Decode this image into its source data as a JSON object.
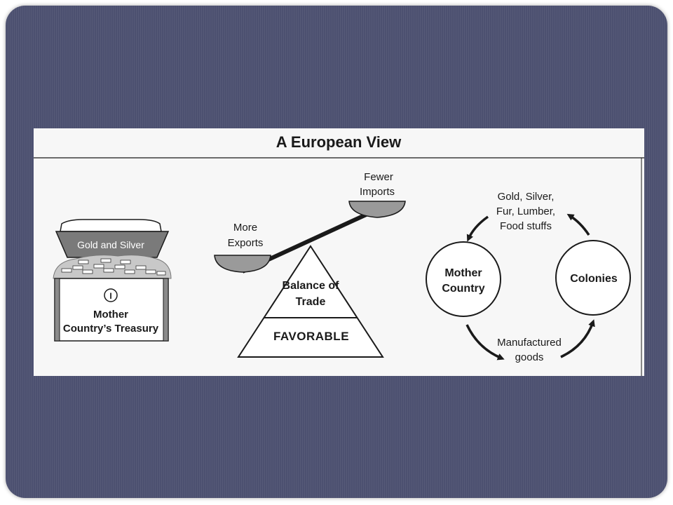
{
  "title": "A European View",
  "treasury": {
    "bin_label": "Gold and Silver",
    "roman_numeral": "I",
    "caption_line1": "Mother",
    "caption_line2": "Country’s Treasury"
  },
  "balance": {
    "right_pan_line1": "Fewer",
    "right_pan_line2": "Imports",
    "left_pan_line1": "More",
    "left_pan_line2": "Exports",
    "fulcrum_line1": "Balance of",
    "fulcrum_line2": "Trade",
    "fulcrum_base": "FAVORABLE"
  },
  "cycle": {
    "top_line1": "Gold, Silver,",
    "top_line2": "Fur, Lumber,",
    "top_line3": "Food stuffs",
    "mother_line1": "Mother",
    "mother_line2": "Country",
    "colonies": "Colonies",
    "bottom_line1": "Manufactured",
    "bottom_line2": "goods"
  },
  "colors": {
    "frame_background": "#4c5070",
    "panel_background": "#f7f7f7",
    "ink": "#1a1a1a",
    "bin_fill": "#7a7a7a",
    "pan_fill": "#9a9a9a"
  }
}
